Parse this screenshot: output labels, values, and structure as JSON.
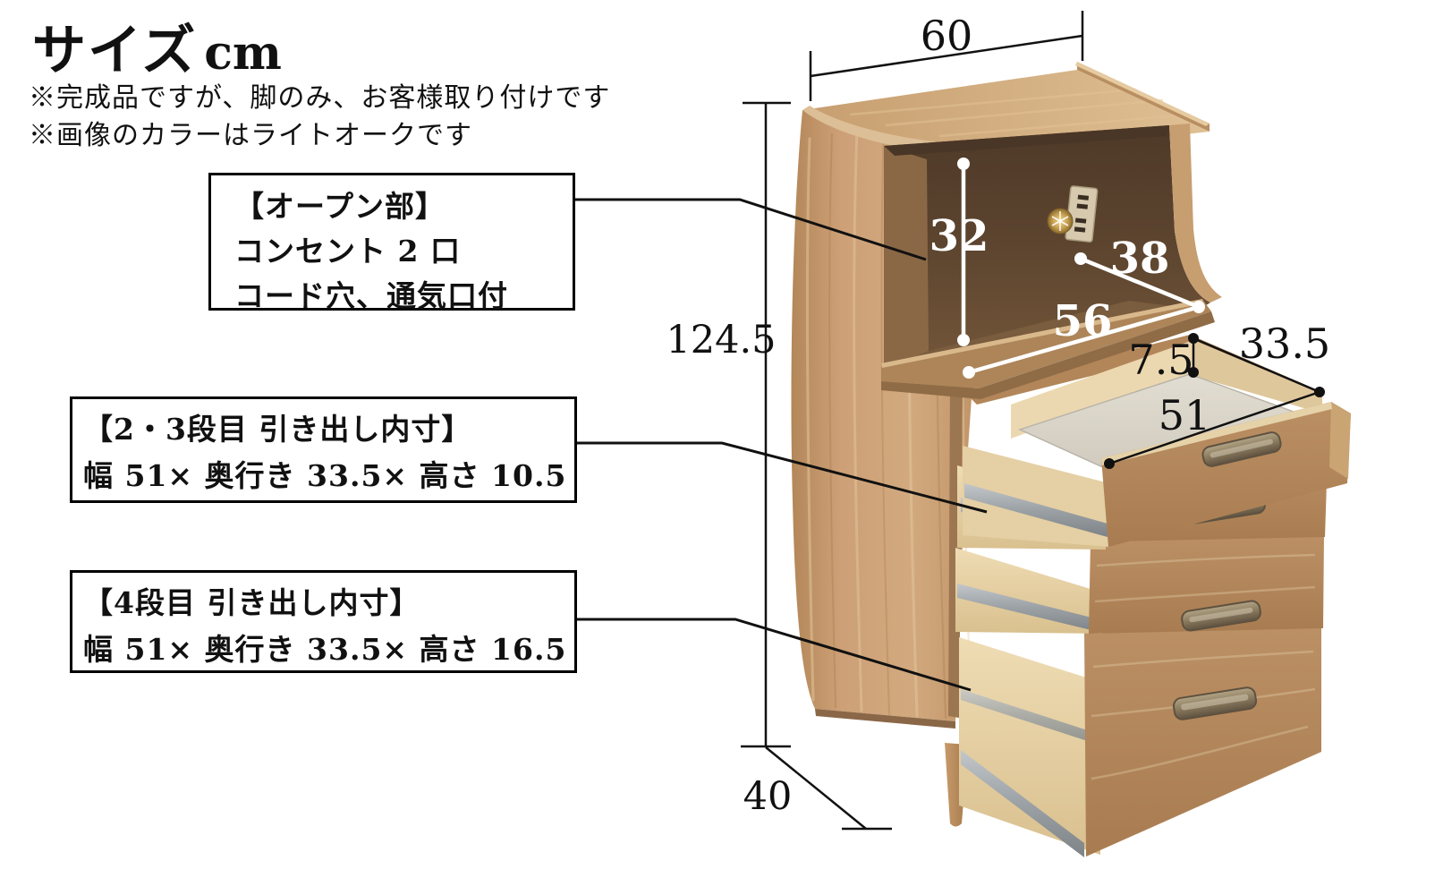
{
  "title": {
    "text": "サイズ",
    "unit": "cm"
  },
  "notes": {
    "line1": "※完成品ですが、脚のみ、お客様取り付けです",
    "line2": "※画像のカラーはライトオークです"
  },
  "callout_open": {
    "title": "【オープン部】",
    "line2": "コンセント 2 口",
    "line3": "コード穴、通気口付"
  },
  "callout_drawer23": {
    "title": "【2・3段目 引き出し内寸】",
    "spec": "幅 51× 奥行き 33.5× 高さ 10.5"
  },
  "callout_drawer4": {
    "title": "【4段目 引き出し内寸】",
    "spec": "幅 51× 奥行き 33.5× 高さ 16.5"
  },
  "dims": {
    "width_top": "60",
    "height_total": "124.5",
    "depth_total": "40",
    "open_height": "32",
    "open_depth": "38",
    "open_width": "56",
    "drawer1_inner_height": "7.5",
    "drawer_inner_depth": "33.5",
    "drawer_inner_width": "51"
  },
  "colors": {
    "line_black": "#111111",
    "line_white": "#ffffff",
    "wood_side": "#cda077",
    "wood_top": "#d5b084",
    "wood_drawer_front": "#b5895c",
    "interior_dark": "#5d452f",
    "drawer_pale_wood": "#e9d5ab",
    "drawer_mat": "#d8d3c7",
    "rail_gray": "#9ba1a5",
    "handle_bronze": "#8a7a5e",
    "outlet_beige": "#d6c9ae",
    "grommet_gold": "#c6a050",
    "leg": "#c89a6a"
  }
}
